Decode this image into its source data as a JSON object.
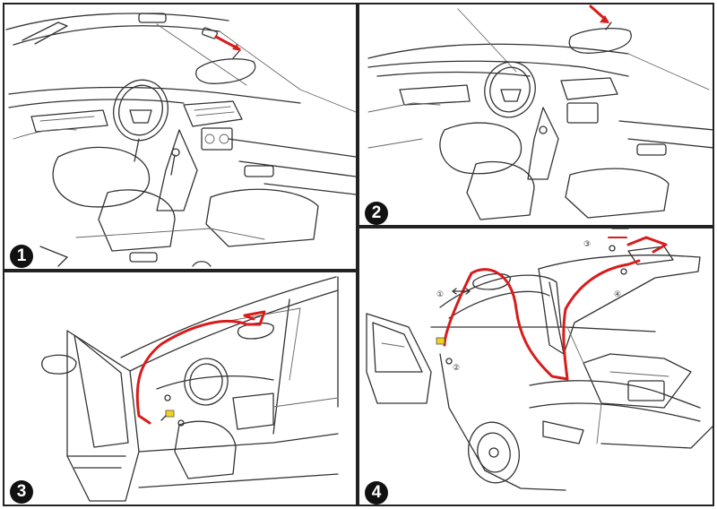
{
  "steps": [
    {
      "number": "1"
    },
    {
      "number": "2"
    },
    {
      "number": "3"
    },
    {
      "number": "4"
    }
  ],
  "callouts": [
    "①",
    "②",
    "③",
    "④"
  ],
  "colors": {
    "wire": "#d81c1c",
    "line": "#333333",
    "highlight": "#f2d21b",
    "badge": "#111111"
  }
}
